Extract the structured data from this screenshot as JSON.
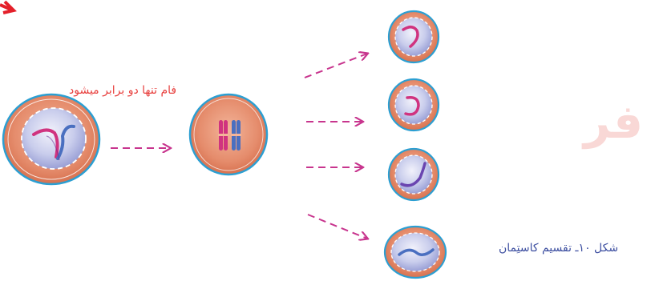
{
  "labels": {
    "duplication_note": "فام تنها دو برابر میشود",
    "figure_caption": "شکل ۱۰ـ تقسیم کاستِمان",
    "watermark": "فر"
  },
  "colors": {
    "cell_fill": "#e58c6c",
    "cell_outline": "#2c9fd2",
    "nucleus_fill": "#b7bde6",
    "chromatid_pink": "#d0337f",
    "chromatid_blue": "#4a6fc0",
    "arrow": "#c8358e",
    "label_red": "#e8413f",
    "caption_blue": "#3c4ea0"
  },
  "icons": [
    "red-arrow-icon"
  ]
}
